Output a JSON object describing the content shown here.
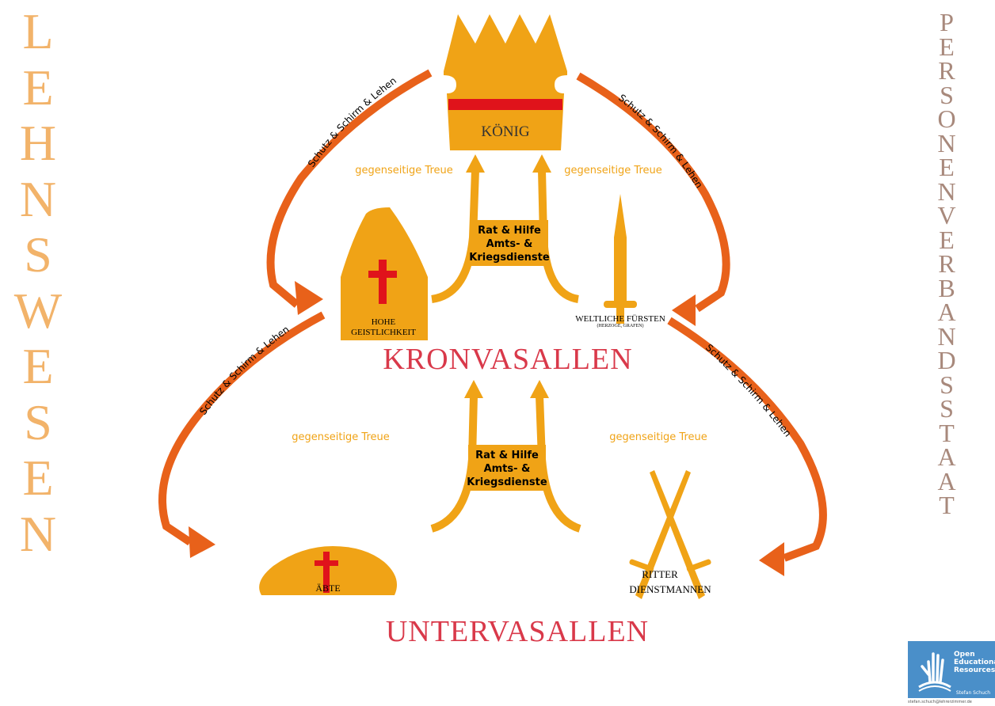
{
  "left_title": "LEHNSWESEN",
  "right_title": "PERSONENVERBANDSSTAAT",
  "nodes": {
    "koenig": "KÖNIG",
    "hohe_geistlichkeit_1": "HOHE",
    "hohe_geistlichkeit_2": "GEISTLICHKEIT",
    "weltliche_fuersten": "WELTLICHE FÜRSTEN",
    "weltliche_fuersten_sub": "(HERZOGE, GRAFEN)",
    "aebte": "ÄBTE",
    "ritter_1": "RITTER",
    "ritter_2": "DIENSTMANNEN"
  },
  "tiers": {
    "kronvasallen": "KRONVASALLEN",
    "untervasallen": "UNTERVASALLEN"
  },
  "relations": {
    "schutz_lehen": "Schutz & Schirm & Lehen",
    "treue": "gegenseitige Treue",
    "rat_hilfe_1": "Rat & Hilfe",
    "rat_hilfe_2": "Amts- &",
    "rat_hilfe_3": "Kriegsdienste"
  },
  "oer": {
    "line1": "Open",
    "line2": "Educational",
    "line3": "Resources",
    "author": "Stefan Schuch",
    "email": "stefan.schuch@lehrerzimmer.de"
  },
  "colors": {
    "gold": "#f0a316",
    "orange": "#e8611a",
    "red": "#e0131b",
    "crimson": "#d9394a",
    "left_title": "#f2b36a",
    "right_title": "#a8897c",
    "oer_blue": "#4a8fc9"
  }
}
